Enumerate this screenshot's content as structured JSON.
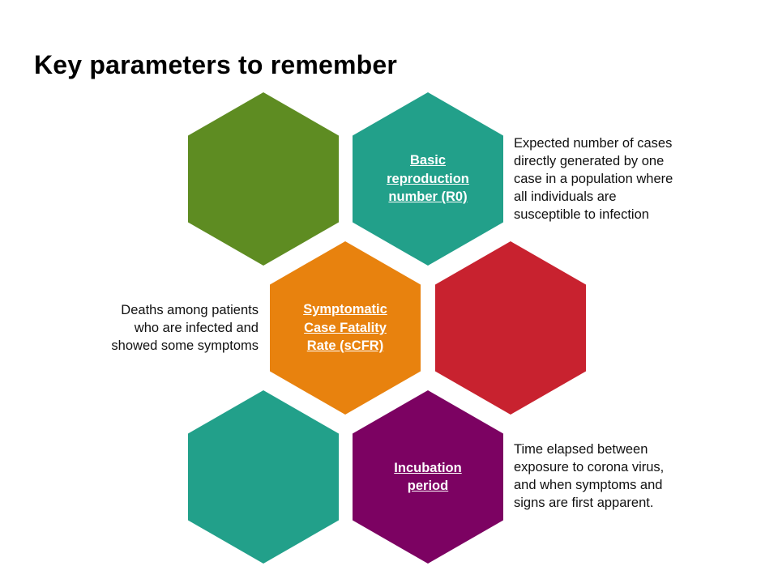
{
  "title": "Key parameters to remember",
  "colors": {
    "green": "#5E8C22",
    "teal": "#22A08A",
    "orange": "#E8820E",
    "red": "#C8222F",
    "purple": "#7C0262"
  },
  "hexagons": [
    {
      "id": "top-left",
      "color": "green",
      "label": ""
    },
    {
      "id": "r0",
      "color": "teal",
      "label": "Basic reproduction number (R0)"
    },
    {
      "id": "scfr",
      "color": "orange",
      "label": "Symptomatic Case Fatality Rate (sCFR)"
    },
    {
      "id": "middle-right",
      "color": "red",
      "label": ""
    },
    {
      "id": "bottom-left",
      "color": "teal",
      "label": ""
    },
    {
      "id": "incubation",
      "color": "purple",
      "label": "Incubation period"
    }
  ],
  "descriptions": {
    "r0": [
      "Expected number of cases",
      "directly generated by one",
      "case in a population where",
      "all individuals are",
      "susceptible to infection"
    ],
    "scfr": [
      "Deaths among patients",
      "who are infected and",
      "showed some symptoms"
    ],
    "incubation": [
      "Time elapsed between",
      "exposure to corona virus,",
      "and when symptoms and",
      "signs are first apparent."
    ]
  }
}
